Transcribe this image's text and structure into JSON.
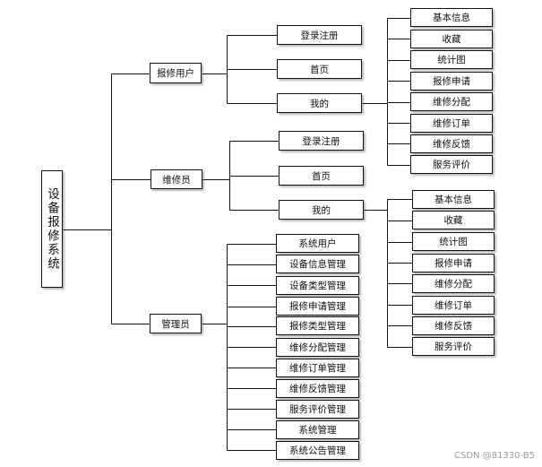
{
  "root": {
    "label": "设备报修系统"
  },
  "roles": [
    {
      "label": "报修用户"
    },
    {
      "label": "维修员"
    },
    {
      "label": "管理员"
    }
  ],
  "user_menu": [
    {
      "label": "登录注册"
    },
    {
      "label": "首页"
    },
    {
      "label": "我的"
    }
  ],
  "user_mine": [
    {
      "label": "基本信息"
    },
    {
      "label": "收藏"
    },
    {
      "label": "统计图"
    },
    {
      "label": "报修申请"
    },
    {
      "label": "维修分配"
    },
    {
      "label": "维修订单"
    },
    {
      "label": "维修反馈"
    },
    {
      "label": "服务评价"
    }
  ],
  "repair_menu": [
    {
      "label": "登录注册"
    },
    {
      "label": "首页"
    },
    {
      "label": "我的"
    }
  ],
  "repair_mine": [
    {
      "label": "基本信息"
    },
    {
      "label": "收藏"
    },
    {
      "label": "统计图"
    },
    {
      "label": "报修申请"
    },
    {
      "label": "维修分配"
    },
    {
      "label": "维修订单"
    },
    {
      "label": "维修反馈"
    },
    {
      "label": "服务评价"
    }
  ],
  "admin_menu": [
    {
      "label": "系统用户"
    },
    {
      "label": "设备信息管理"
    },
    {
      "label": "设备类型管理"
    },
    {
      "label": "报修申请管理"
    },
    {
      "label": "报修类型管理"
    },
    {
      "label": "维修分配管理"
    },
    {
      "label": "维修订单管理"
    },
    {
      "label": "维修反馈管理"
    },
    {
      "label": "服务评价管理"
    },
    {
      "label": "系统管理"
    },
    {
      "label": "系统公告管理"
    }
  ],
  "watermark": "CSDN @81330-B5"
}
